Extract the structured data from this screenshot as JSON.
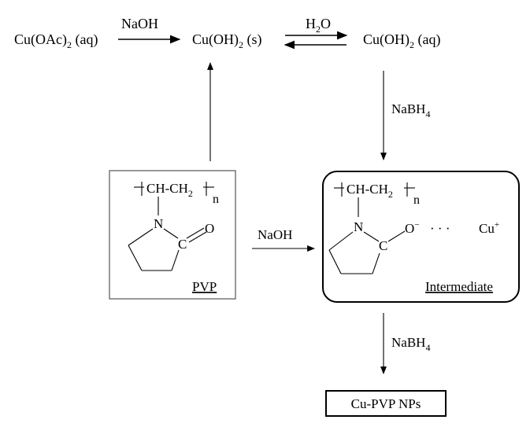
{
  "reaction_top": {
    "reactant": {
      "main": "Cu(OAc)",
      "sub": "2",
      "state": " (aq)"
    },
    "reagent_1": "NaOH",
    "intermediate_solid": {
      "main": "Cu(OH)",
      "sub": "2",
      "state": " (s)"
    },
    "reagent_2": {
      "main": "H",
      "sub": "2",
      "tail": "O"
    },
    "intermediate_aq": {
      "main": "Cu(OH)",
      "sub": "2",
      "state": " (aq)"
    }
  },
  "reducer_1": {
    "main": "NaBH",
    "sub": "4"
  },
  "pvp_box": {
    "chain": {
      "left": "CH-CH",
      "sub": "2",
      "n": "n"
    },
    "atom_n": "N",
    "atom_c": "C",
    "atom_o": "O",
    "label": "PVP"
  },
  "middle_reagent": "NaOH",
  "intermediate_box": {
    "chain": {
      "left": "CH-CH",
      "sub": "2",
      "n": "n"
    },
    "atom_n": "N",
    "atom_c": "C",
    "atom_o": "O",
    "o_charge": "−",
    "dots": "·  ·  ·",
    "cu": "Cu",
    "cu_charge": "+",
    "label": "Intermediate"
  },
  "reducer_2": {
    "main": "NaBH",
    "sub": "4"
  },
  "product": "Cu-PVP NPs",
  "colors": {
    "ink": "#000000",
    "background": "#ffffff",
    "pvp_box_border": "#555555"
  }
}
